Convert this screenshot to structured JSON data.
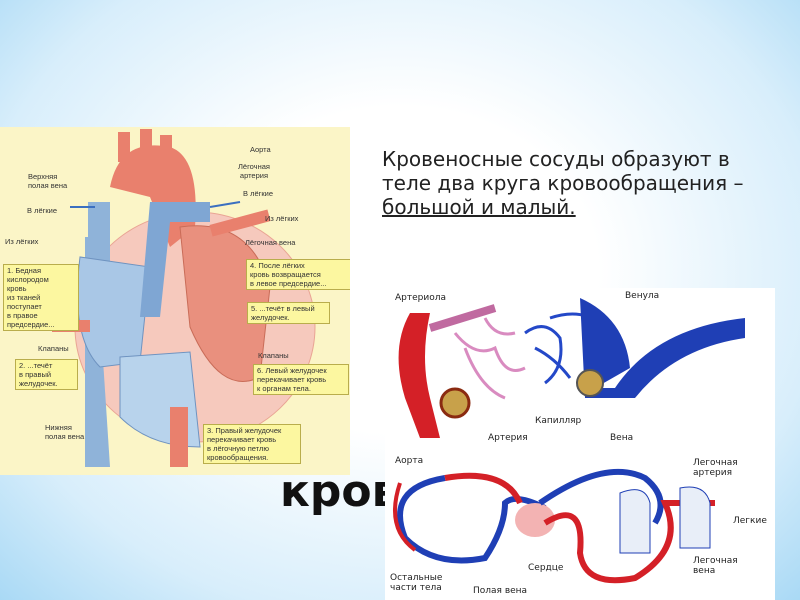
{
  "slide": {
    "text_intro": "Кровеносные сосуды образуют в теле два круга кровообращения – ",
    "text_underlined": "большой и малый.",
    "partial_heading": "кров"
  },
  "heart_diagram": {
    "labels": {
      "aorta": "Аорта",
      "pulmonary_artery": "Лёгочная\nартерия",
      "superior_vena_cava": "Верхняя\nполая вена",
      "to_lungs_left": "В лёгкие",
      "to_lungs_right": "В лёгкие",
      "from_lungs_left": "Из лёгких",
      "from_lungs_right": "Из лёгких",
      "pulmonary_vein": "Лёгочная вена",
      "valves_left": "Клапаны",
      "valves_right": "Клапаны",
      "inferior_vena_cava": "Нижняя\nполая вена"
    },
    "steps": [
      "1. Бедная\n   кислородом\n   кровь\n   из тканей\n   поступает\n   в правое\n   предсердие...",
      "2. ...течёт\n   в правый\n   желудочек.",
      "3. Правый желудочек\n   перекачивает кровь\n   в лёгочную петлю\n   кровообращения.",
      "4. После лёгких\n   кровь возвращается\n   в левое предсердие...",
      "5. ...течёт в левый\n   желудочек.",
      "6. Левый желудочек\n   перекачивает кровь\n   к органам тела."
    ]
  },
  "vessels_diagram": {
    "labels": {
      "arteriole": "Артериола",
      "venule": "Венула",
      "capillary": "Капилляр",
      "artery": "Артерия",
      "vein": "Вена",
      "aorta": "Аорта",
      "pulmonary_artery": "Легочная\nартерия",
      "lungs": "Легкие",
      "pulmonary_vein": "Легочная\nвена",
      "heart": "Сердце",
      "rest_of_body": "Остальные\nчасти тела",
      "vena_cava": "Полая вена"
    },
    "colors": {
      "arterial": "#d42027",
      "venous": "#1f3fb5",
      "capillary": "#d98bc0"
    }
  }
}
